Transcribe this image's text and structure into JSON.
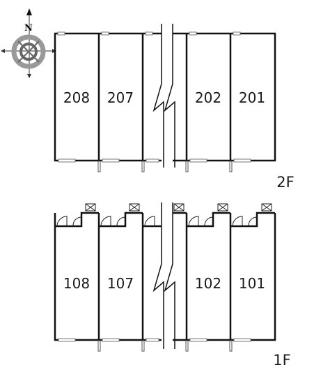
{
  "compass": {
    "north_label": "N"
  },
  "floors": [
    {
      "label": "2F",
      "rooms": [
        "208",
        "207",
        "202",
        "201"
      ]
    },
    {
      "label": "1F",
      "rooms": [
        "108",
        "107",
        "102",
        "101"
      ]
    }
  ]
}
